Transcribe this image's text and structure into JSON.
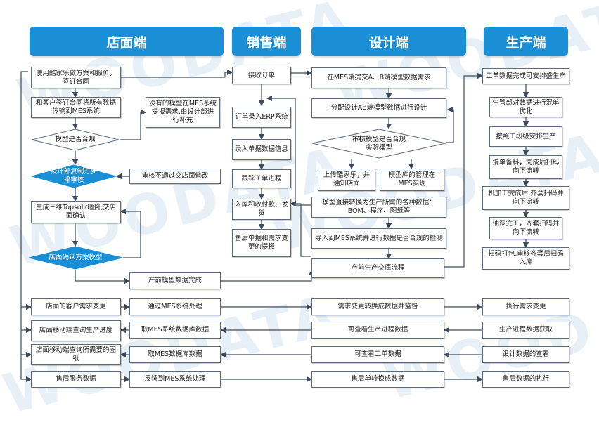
{
  "watermark": "WOODATA",
  "headers": {
    "store": "店面端",
    "sales": "销售端",
    "design": "设计端",
    "production": "生产端"
  },
  "store": {
    "quote": "使用酷家乐做方案和报价，签订合同",
    "transfer": "和客户签订合同将所有数据传输到MES系统",
    "check_model": "模型是否合规",
    "copy_review": "设计部复制方安排审核",
    "reject": "审核不通过交店面修改",
    "gen_drawing": "生成三维Topsolid图纸交店面确认",
    "confirm_model": "店面确认方案模型",
    "no_model": "没有的模型在MES系统提报需求,由设计部进行补充",
    "pre_done": "产前模型数据完成",
    "change": "店面的客户需求变更",
    "mobile_progress": "店面移动端查询生产进度",
    "mobile_drawing": "店面移动端查询所需要的图纸",
    "after_sales": "售后服务数据"
  },
  "sales": {
    "receive": "接收订单",
    "erp": "订单录入ERP系统",
    "entry": "录入单据数据信息",
    "track": "跟踪工单进程",
    "delivery": "入库和收付款、发货",
    "after_sales_req": "售后单据和需求变更的提报",
    "mes_handle": "通过MES系统处理",
    "get_mes_db": "取MES系统数据库数据",
    "get_mes": "取MES数据库数据",
    "feedback": "反馈到MES系统处理"
  },
  "design": {
    "submit": "在MES端提交A、B端模型数据需求",
    "assign": "分配设计AB端模型数据进行设计",
    "review": "审核模型是否合规实验模型",
    "upload": "上传酷家乐，并通知店面",
    "library": "模型库的管理在MES实现",
    "convert": "模型直接转换为生产所需的各种数据：BOM、程序、图纸等",
    "import": "导入到MES系统并进行数据是否合规的检测",
    "handover": "产前生产交底流程",
    "demand_convert": "需求变更转换成数据并监督",
    "view_progress": "可查看生产进程数据",
    "view_work": "可查看工单数据",
    "after_convert": "售后单转换成数据"
  },
  "production": {
    "complete": "工单数据完成可安排盛生产",
    "optimize": "生管部对数据进行混单优化",
    "schedule": "按照工段级安排生产",
    "cutting": "混单备料，完成后扫码向下流转",
    "machining": "机加工完成后,齐套扫码并向下流转",
    "painting": "油漆完工，齐套扫码并向下流转",
    "packing": "扫码打包,审核齐套后扫码入库",
    "exec_change": "执行需求变更",
    "get_progress": "生产进程数据获取",
    "view_design": "设计数据的查看",
    "after_exec": "售后数据的执行"
  },
  "colors": {
    "header_blue": "#1b8fd6",
    "diamond_blue": "#1b8fd6",
    "line": "#3d4a5c",
    "watermark": "#e8f0f7"
  }
}
